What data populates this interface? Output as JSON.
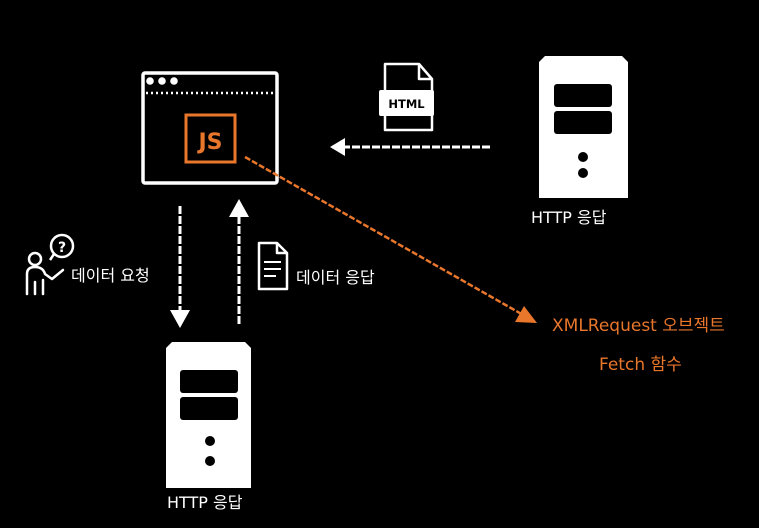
{
  "browser": {
    "js_badge": "JS"
  },
  "html_file": {
    "label": "HTML"
  },
  "servers": {
    "top_right_label": "HTTP 응답",
    "bottom_label": "HTTP 응답"
  },
  "flow": {
    "request_label": "데이터 요청",
    "response_label": "데이터 응답"
  },
  "apis": {
    "xml_request": "XMLRequest 오브젝트",
    "fetch": "Fetch 함수"
  },
  "colors": {
    "background": "#000000",
    "foreground": "#ffffff",
    "accent": "#e8762b"
  }
}
